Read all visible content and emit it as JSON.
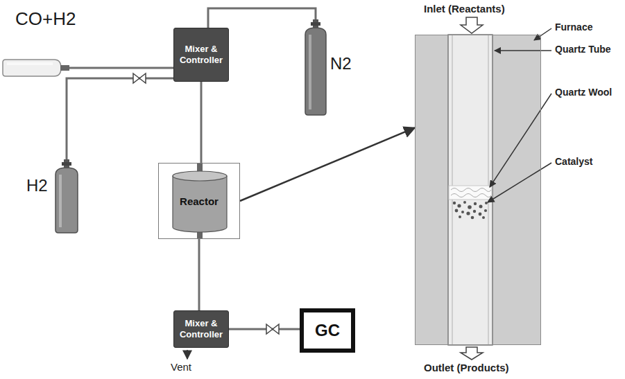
{
  "diagram": {
    "nodes": [
      {
        "text": [
          "CO+H2"
        ]
      },
      {
        "text": [
          "Mixer & Controller"
        ]
      },
      {
        "text": [
          "N2"
        ]
      },
      {
        "text": [
          "H2"
        ]
      },
      {
        "text": [
          "Reactor"
        ]
      },
      {
        "text": [
          "Inlet (Reactants)",
          "Outlet (Products)"
        ]
      },
      {
        "text": [
          "Mixer & Controller"
        ]
      },
      {
        "text": [
          "GC"
        ]
      }
    ],
    "edges": [
      {
        "from": 0,
        "to": 1,
        "arrow": "none"
      },
      {
        "from": 2,
        "to": 1,
        "arrow": "none"
      },
      {
        "from": 3,
        "to": 1,
        "arrow": "none"
      },
      {
        "from": 1,
        "to": 4,
        "arrow": "none"
      },
      {
        "from": 4,
        "to": 6,
        "arrow": "none"
      },
      {
        "from": 6,
        "to": 7,
        "arrow": "none"
      },
      {
        "from": 4,
        "to": 5,
        "arrow": "to"
      }
    ],
    "labels": [
      "Vent",
      "Furnace",
      "Quartz Tube",
      "Quartz Wool",
      "Catalyst"
    ]
  }
}
